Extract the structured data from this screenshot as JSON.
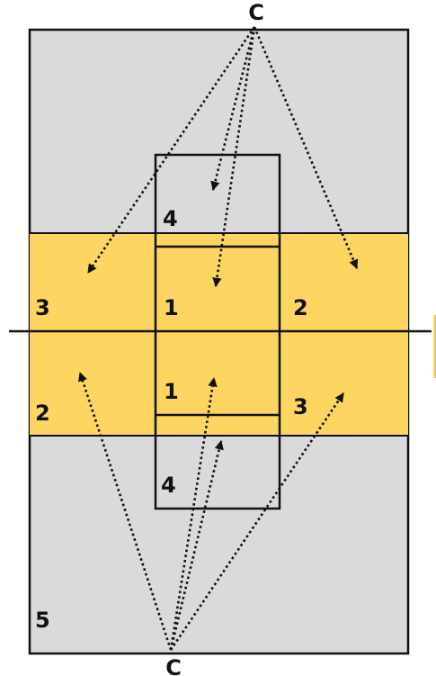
{
  "colors": {
    "court": "#dadada",
    "zone": "#fcd660",
    "line": "#111111",
    "tick": "#f2c44a"
  },
  "labels": {
    "coach_top": "C",
    "coach_bottom": "C",
    "zone_3_top": "3",
    "zone_1_top": "1",
    "zone_2_top": "2",
    "zone_4_top": "4",
    "zone_2_bottom": "2",
    "zone_1_bottom": "1",
    "zone_3_bottom": "3",
    "zone_4_bottom": "4",
    "zone_5": "5"
  }
}
